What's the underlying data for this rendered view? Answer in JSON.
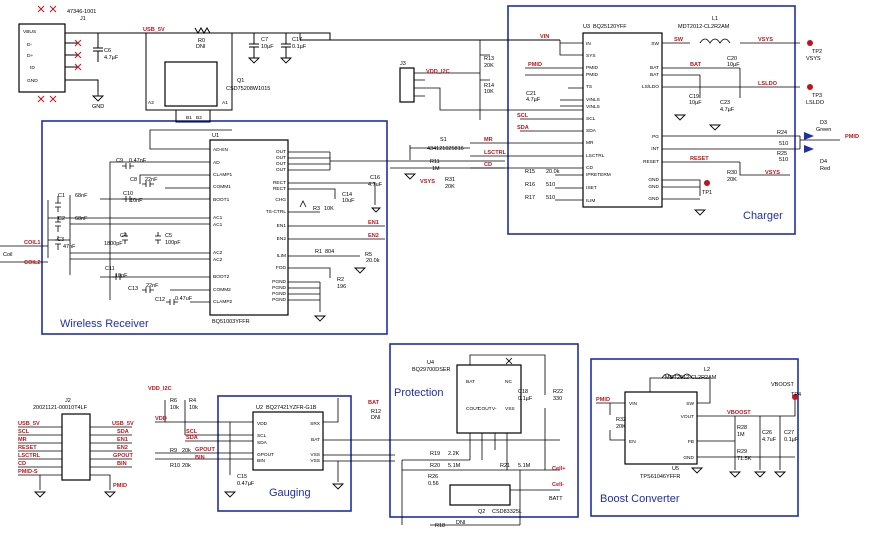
{
  "blocks": {
    "wireless": "Wireless Receiver",
    "charger": "Charger",
    "gauging": "Gauging",
    "protection": "Protection",
    "boost": "Boost Converter"
  },
  "parts": {
    "j1_pn": "47346-1001",
    "j1": "J1",
    "u1": "U1",
    "u1_pn": "BQ51003YFFR",
    "u2": "U2",
    "u2_pn": "BQ27421YZFR-G1B",
    "u3": "U3",
    "u3_pn": "BQ25120YFF",
    "u4": "U4",
    "u4_pn": "BQ29700DSER",
    "u5": "U5",
    "u5_pn": "TPS61046YFFR",
    "q1": "Q1",
    "q1_pn": "CSD75208W1015",
    "q2": "Q2",
    "q2_pn": "CSD83325L",
    "l1": "L1",
    "l1_pn": "MDT2012-CL2R2AM",
    "l2": "L2",
    "l2_pn": "MDT2012-CL2R2AM",
    "j2": "J2",
    "j2_pn": "20021121-00010T4LF",
    "j3": "J3",
    "s1": "S1",
    "s1_pn": "434121025816"
  },
  "nets": {
    "usb_5v": "USB_5V",
    "vin": "VIN",
    "vsys": "VSYS",
    "bat": "BAT",
    "lsldo": "LSLDO",
    "pmid": "PMID",
    "scl": "SCL",
    "sda": "SDA",
    "mr": "MR",
    "lsctrl": "LSCTRL",
    "cd": "CD",
    "reset": "RESET",
    "vdd_i2c": "VDD_I2C",
    "en1": "EN1",
    "en2": "EN2",
    "coil1": "COIL1",
    "coil2": "COIL2",
    "coil": "Coil",
    "vboost": "VBOOST",
    "vdd": "VDD",
    "gpout": "GPOUT",
    "bin": "BIN",
    "cellp": "Cell+",
    "celln": "Cell-",
    "batt": "BATT",
    "pmid_s": "PMID-S",
    "sw": "SW",
    "vss": "VSS"
  },
  "testpoints": {
    "tp1": "TP1",
    "tp2": "TP2",
    "tp3": "TP3",
    "tp4": "TP4",
    "tp2_net": "VSYS",
    "tp3_net": "LSLDO",
    "tp4_net": "VBOOST"
  },
  "values": {
    "c6": "C6",
    "c6_v": "4.7µF",
    "r0": "R0",
    "r0_v": "DNI",
    "c7": "C7",
    "c7_v": "10µF",
    "c17": "C17",
    "c17_v": "0.1µF",
    "r13": "R13",
    "r13_v": "20K",
    "r14": "R14",
    "r14_v": "10K",
    "c21": "C21",
    "c21_v": "4.7µF",
    "c20": "C20",
    "c20_v": "10µF",
    "c19": "C19",
    "c19_v": "10µF",
    "c23": "C23",
    "c23_v": "4.7µF",
    "r24": "R24",
    "r24_v": "510",
    "r25": "R25",
    "r25_v": "510",
    "d3": "D3",
    "d3_v": "Green",
    "d4": "D4",
    "d4_v": "Red",
    "r30": "R30",
    "r30_v": "20K",
    "r11": "R11",
    "r11_v": "1M",
    "r31": "R31",
    "r31_v": "20K",
    "r15": "R15",
    "r15_v": "20.0k",
    "r16": "R16",
    "r16_v": "510",
    "r17": "R17",
    "r17_v": "510",
    "c9": "C9",
    "c9_v": "0.47nF",
    "c8": "C8",
    "c8_v": "22nF",
    "c10": "C10",
    "c10_v": "10nF",
    "c1": "C1",
    "c1_v": "68nF",
    "c2": "C2",
    "c2_v": "68nF",
    "c3": "C3",
    "c3_v": "47nF",
    "c4": "C4",
    "c4_v": "1800pF",
    "c5": "C5",
    "c5_v": "100pF",
    "c11": "C11",
    "c11_v": "10nF",
    "c13": "C13",
    "c13_v": "22nF",
    "c12": "C12",
    "c12_v": "0.47uF",
    "c16": "C16",
    "c16_v": "4.7uF",
    "c14": "C14",
    "c14_v": "10uF",
    "r3": "R3",
    "r3_v": "10K",
    "r1": "R1",
    "r1_v": "804",
    "r5": "R5",
    "r5_v": "20.0k",
    "r2": "R2",
    "r2_v": "196",
    "r6": "R6",
    "r6_v": "10k",
    "r4": "R4",
    "r4_v": "10k",
    "r9": "R9",
    "r9_v": "20k",
    "r10": "R10",
    "r10_v": "20k",
    "c15": "C15",
    "c15_v": "0.47µF",
    "r12": "R12",
    "r12_v": "DNI",
    "c18": "C18",
    "c18_v": "0.1µF",
    "r22": "R22",
    "r22_v": "330",
    "r19": "R19",
    "r19_v": "2.2K",
    "r20": "R20",
    "r20_v": "5.1M",
    "r21": "R21",
    "r21_v": "5.1M",
    "r26": "R26",
    "r26_v": "0.56",
    "r18": "R18",
    "r18_v": "DNI",
    "r32": "R32",
    "r32_v": "20K",
    "r28": "R28",
    "r28_v": "1M",
    "r29": "R29",
    "r29_v": "71.5K",
    "c26": "C26",
    "c26_v": "4.7uF",
    "c27": "C27",
    "c27_v": "0.1µF"
  },
  "pins_u1": [
    "AD-EN",
    "AD",
    "CLAMP1",
    "COMM1",
    "BOOT1",
    "AC1",
    "AC1",
    "AC2",
    "AC2",
    "BOOT2",
    "COMM2",
    "CLAMP2"
  ],
  "pins_u1_right": [
    "OUT",
    "OUT",
    "OUT",
    "OUT",
    "RECT",
    "RECT",
    "CHG",
    "TS-CTRL",
    "EN1",
    "EN2",
    "ILIM",
    "FOD",
    "PGND",
    "PGND",
    "PGND",
    "PGND"
  ],
  "pins_u3_left": [
    "IN",
    "SYS",
    "PMID",
    "PMID",
    "TS",
    "VINLS",
    "VINLS",
    "SCL",
    "SDA",
    "MR",
    "LSCTRL",
    "CD",
    "IPRETERM",
    "ISET",
    "ILIM"
  ],
  "pins_u3_right": [
    "SW",
    "BAT",
    "BAT",
    "LS/LDO",
    "PG",
    "INT",
    "RESET",
    "GND",
    "GND",
    "GND"
  ],
  "pins_u2_left": [
    "VDD",
    "SCL",
    "SDA",
    "GPOUT",
    "BIN"
  ],
  "pins_u2_right": [
    "SRX",
    "BAT",
    "VSS",
    "VSS"
  ],
  "pins_u5_left": [
    "VIN",
    "EN"
  ],
  "pins_u5_right": [
    "SW",
    "VOUT",
    "FB",
    "GND"
  ],
  "pins_u4": [
    "BAT",
    "NC",
    "COUT",
    "COUT",
    "V-",
    "VSS"
  ],
  "j1_pins": [
    "VBUS",
    "D-",
    "D+",
    "ID",
    "GND"
  ],
  "j2_left": [
    "USB_5V",
    "SCL",
    "MR",
    "RESET",
    "LSCTRL",
    "CD"
  ],
  "j2_right": [
    "USB_5V",
    "SDA",
    "EN1",
    "EN2",
    "GPOUT",
    "BIN"
  ]
}
